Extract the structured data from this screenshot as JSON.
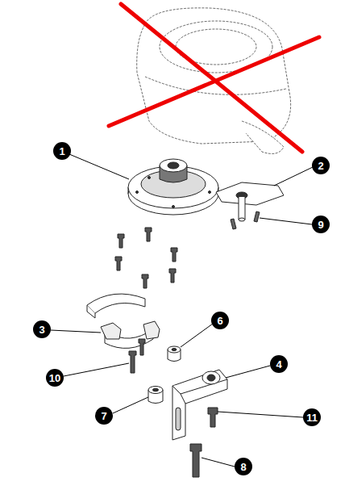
{
  "diagram": {
    "labels": [
      "1",
      "2",
      "9",
      "6",
      "3",
      "4",
      "10",
      "7",
      "11",
      "8"
    ]
  }
}
